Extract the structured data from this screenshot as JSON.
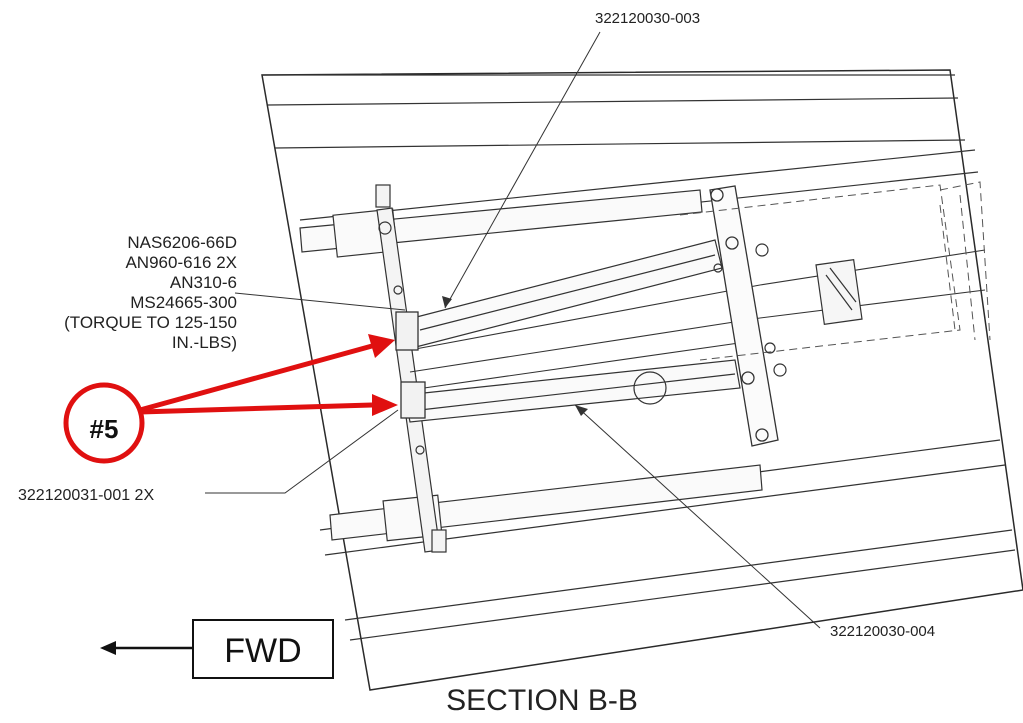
{
  "callouts": {
    "part_top": "322120030-003",
    "hardware": [
      "NAS6206-66D",
      "AN960-616 2X",
      "AN310-6",
      "MS24665-300",
      "(TORQUE TO 125-150",
      "IN.-LBS)"
    ],
    "part_left": "322120031-001 2X",
    "part_bottom": "322120030-004",
    "marker": "#5",
    "fwd": "FWD"
  },
  "section_title": "SECTION B-B",
  "colors": {
    "line": "#2a2a2a",
    "highlight": "#e01010",
    "background": "#ffffff"
  }
}
